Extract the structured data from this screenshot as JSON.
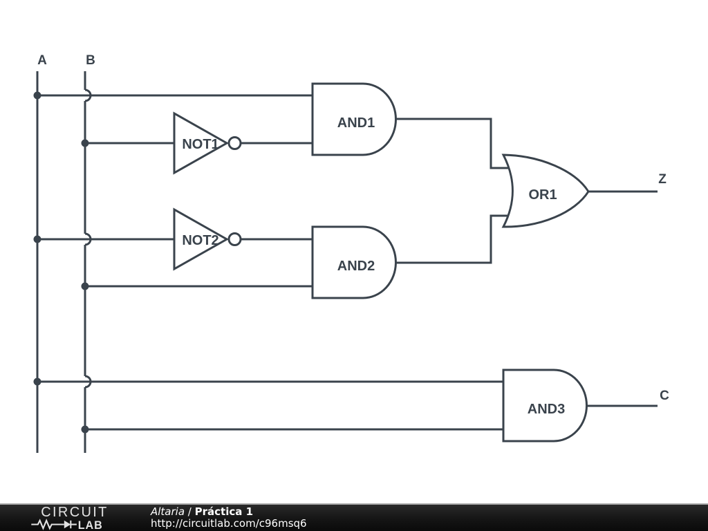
{
  "schematic": {
    "ink_color": "#3a434c",
    "background_color": "#ffffff",
    "input_labels": {
      "a": "A",
      "b": "B"
    },
    "output_labels": {
      "z": "Z",
      "c": "C"
    },
    "gate_labels": {
      "not1": "NOT1",
      "not2": "NOT2",
      "and1": "AND1",
      "and2": "AND2",
      "and3": "AND3",
      "or1": "OR1"
    }
  },
  "footer": {
    "brand_top": "CIRCUIT",
    "brand_bottom": "LAB",
    "author": "Altaria",
    "separator": " / ",
    "title": "Práctica 1",
    "url": "http://circuitlab.com/c96msq6",
    "bar_color": "#000000",
    "text_color": "#ffffff",
    "divider_color": "#a8a8a8"
  }
}
